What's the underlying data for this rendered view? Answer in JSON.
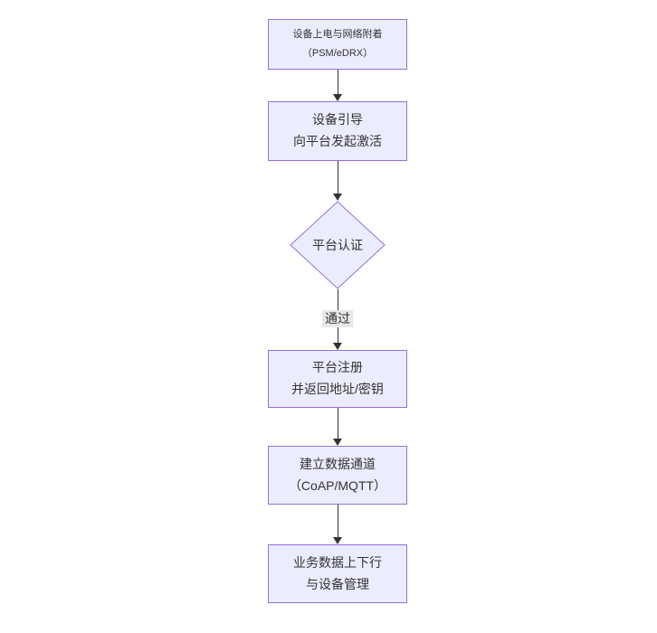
{
  "flowchart": {
    "nodes": {
      "power_on": {
        "line1": "设备上电与网络附着",
        "line2": "（PSM/eDRX）"
      },
      "bootstrap": {
        "line1": "设备引导",
        "line2": "向平台发起激活"
      },
      "platform_auth": {
        "label": "平台认证"
      },
      "platform_register": {
        "line1": "平台注册",
        "line2": "并返回地址/密钥"
      },
      "data_channel": {
        "line1": "建立数据通道",
        "line2": "（CoAP/MQTT）"
      },
      "business_data": {
        "line1": "业务数据上下行",
        "line2": "与设备管理"
      }
    },
    "edge_labels": {
      "auth_pass": "通过"
    },
    "colors": {
      "node_fill": "#ECECFF",
      "node_border": "#9370DB",
      "edge_line": "#333333",
      "edge_label_bg": "#e8e8e8",
      "text": "#333333",
      "background": "#ffffff"
    }
  }
}
